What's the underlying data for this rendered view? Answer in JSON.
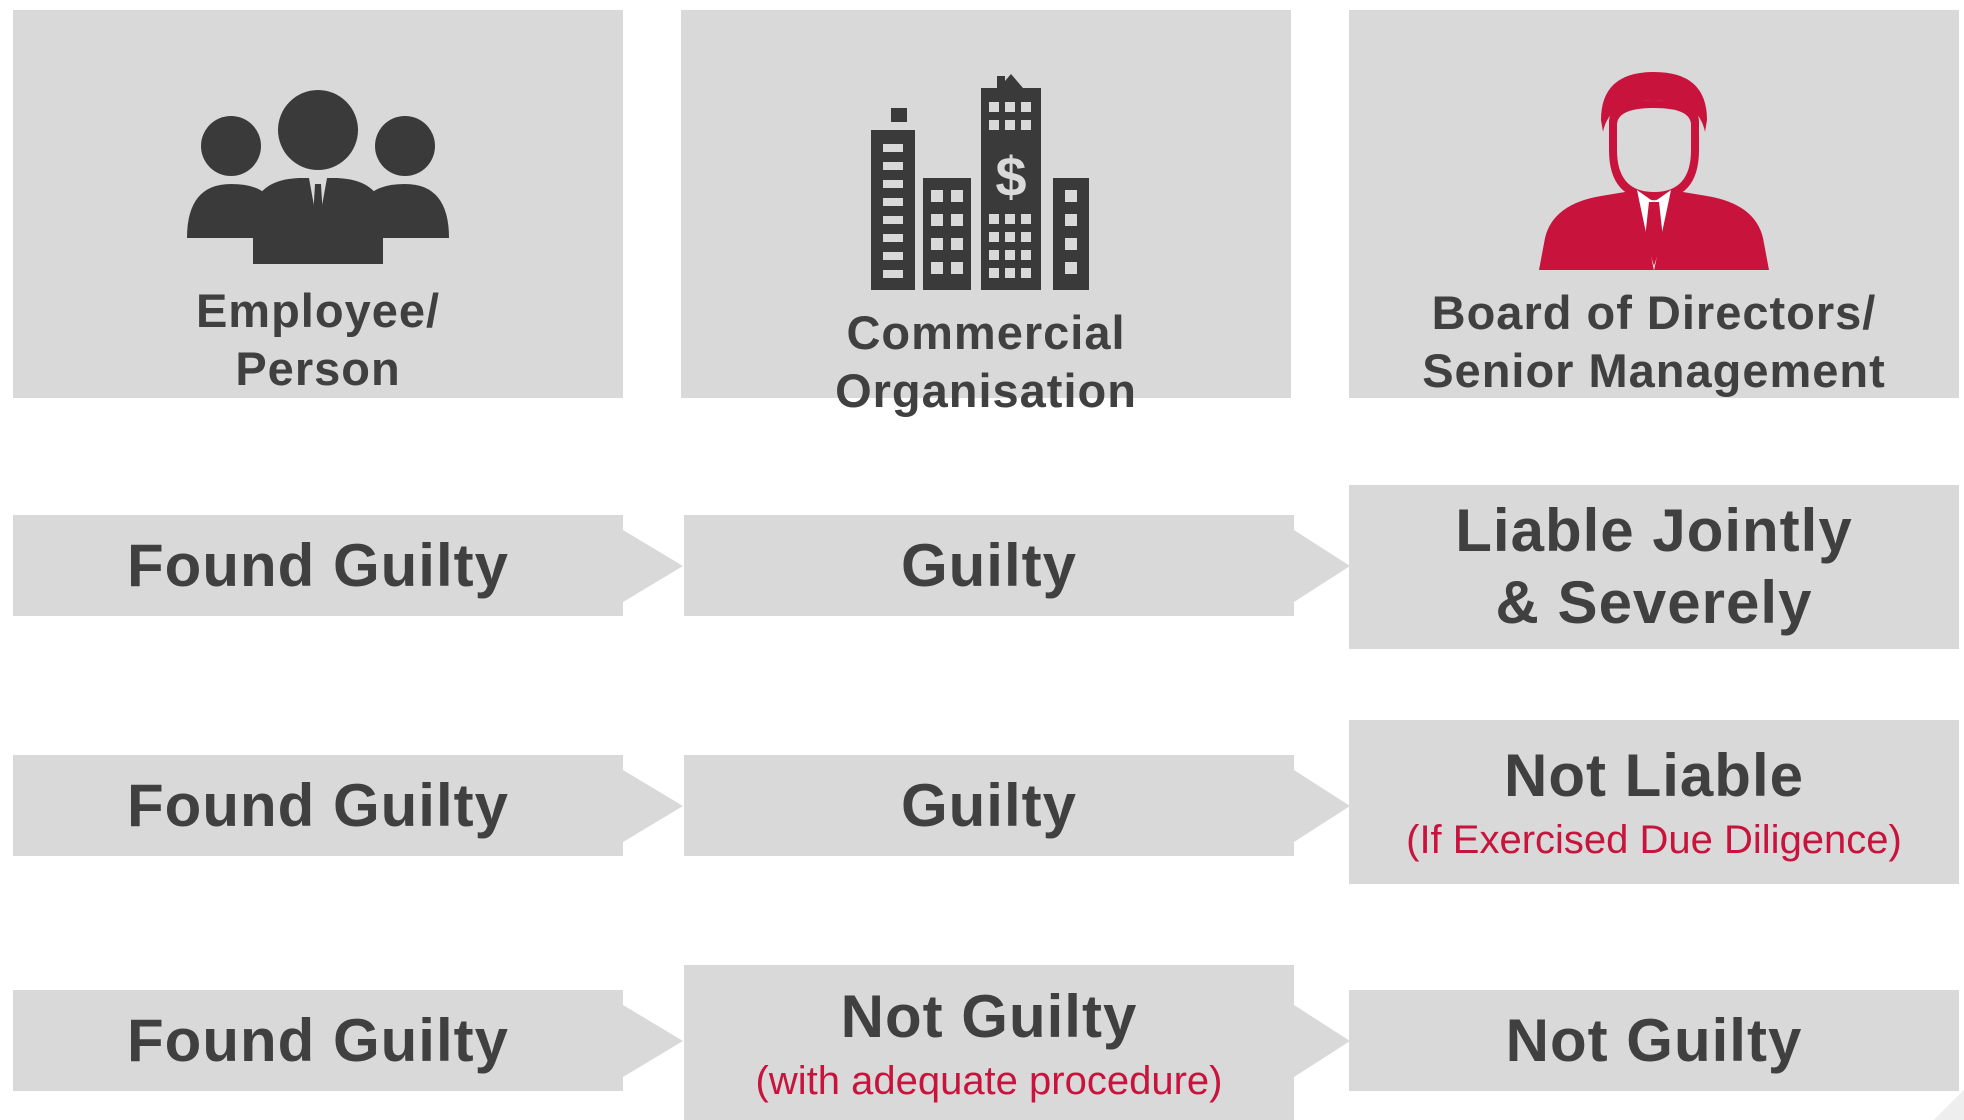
{
  "colors": {
    "box": "#d9d9d9",
    "text": "#404040",
    "accent": "#c8143c",
    "icon_dark": "#3a3a3a"
  },
  "headers": [
    {
      "line1": "Employee/",
      "line2": "Person",
      "icon": "people-group-icon"
    },
    {
      "line1": "Commercial",
      "line2": "Organisation",
      "icon": "office-buildings-icon"
    },
    {
      "line1": "Board of Directors/",
      "line2": "Senior Management",
      "icon": "businessman-icon"
    }
  ],
  "rows": [
    {
      "col1": "Found Guilty",
      "col2": {
        "main": "Guilty",
        "sub": ""
      },
      "col3": {
        "main_line1": "Liable Jointly",
        "main_line2": "& Severely",
        "sub": ""
      }
    },
    {
      "col1": "Found Guilty",
      "col2": {
        "main": "Guilty",
        "sub": ""
      },
      "col3": {
        "main_line1": "Not Liable",
        "main_line2": "",
        "sub": "(If Exercised Due Diligence)"
      }
    },
    {
      "col1": "Found Guilty",
      "col2": {
        "main": "Not Guilty",
        "sub": "(with adequate procedure)"
      },
      "col3": {
        "main_line1": "Not Guilty",
        "main_line2": "",
        "sub": ""
      }
    }
  ]
}
